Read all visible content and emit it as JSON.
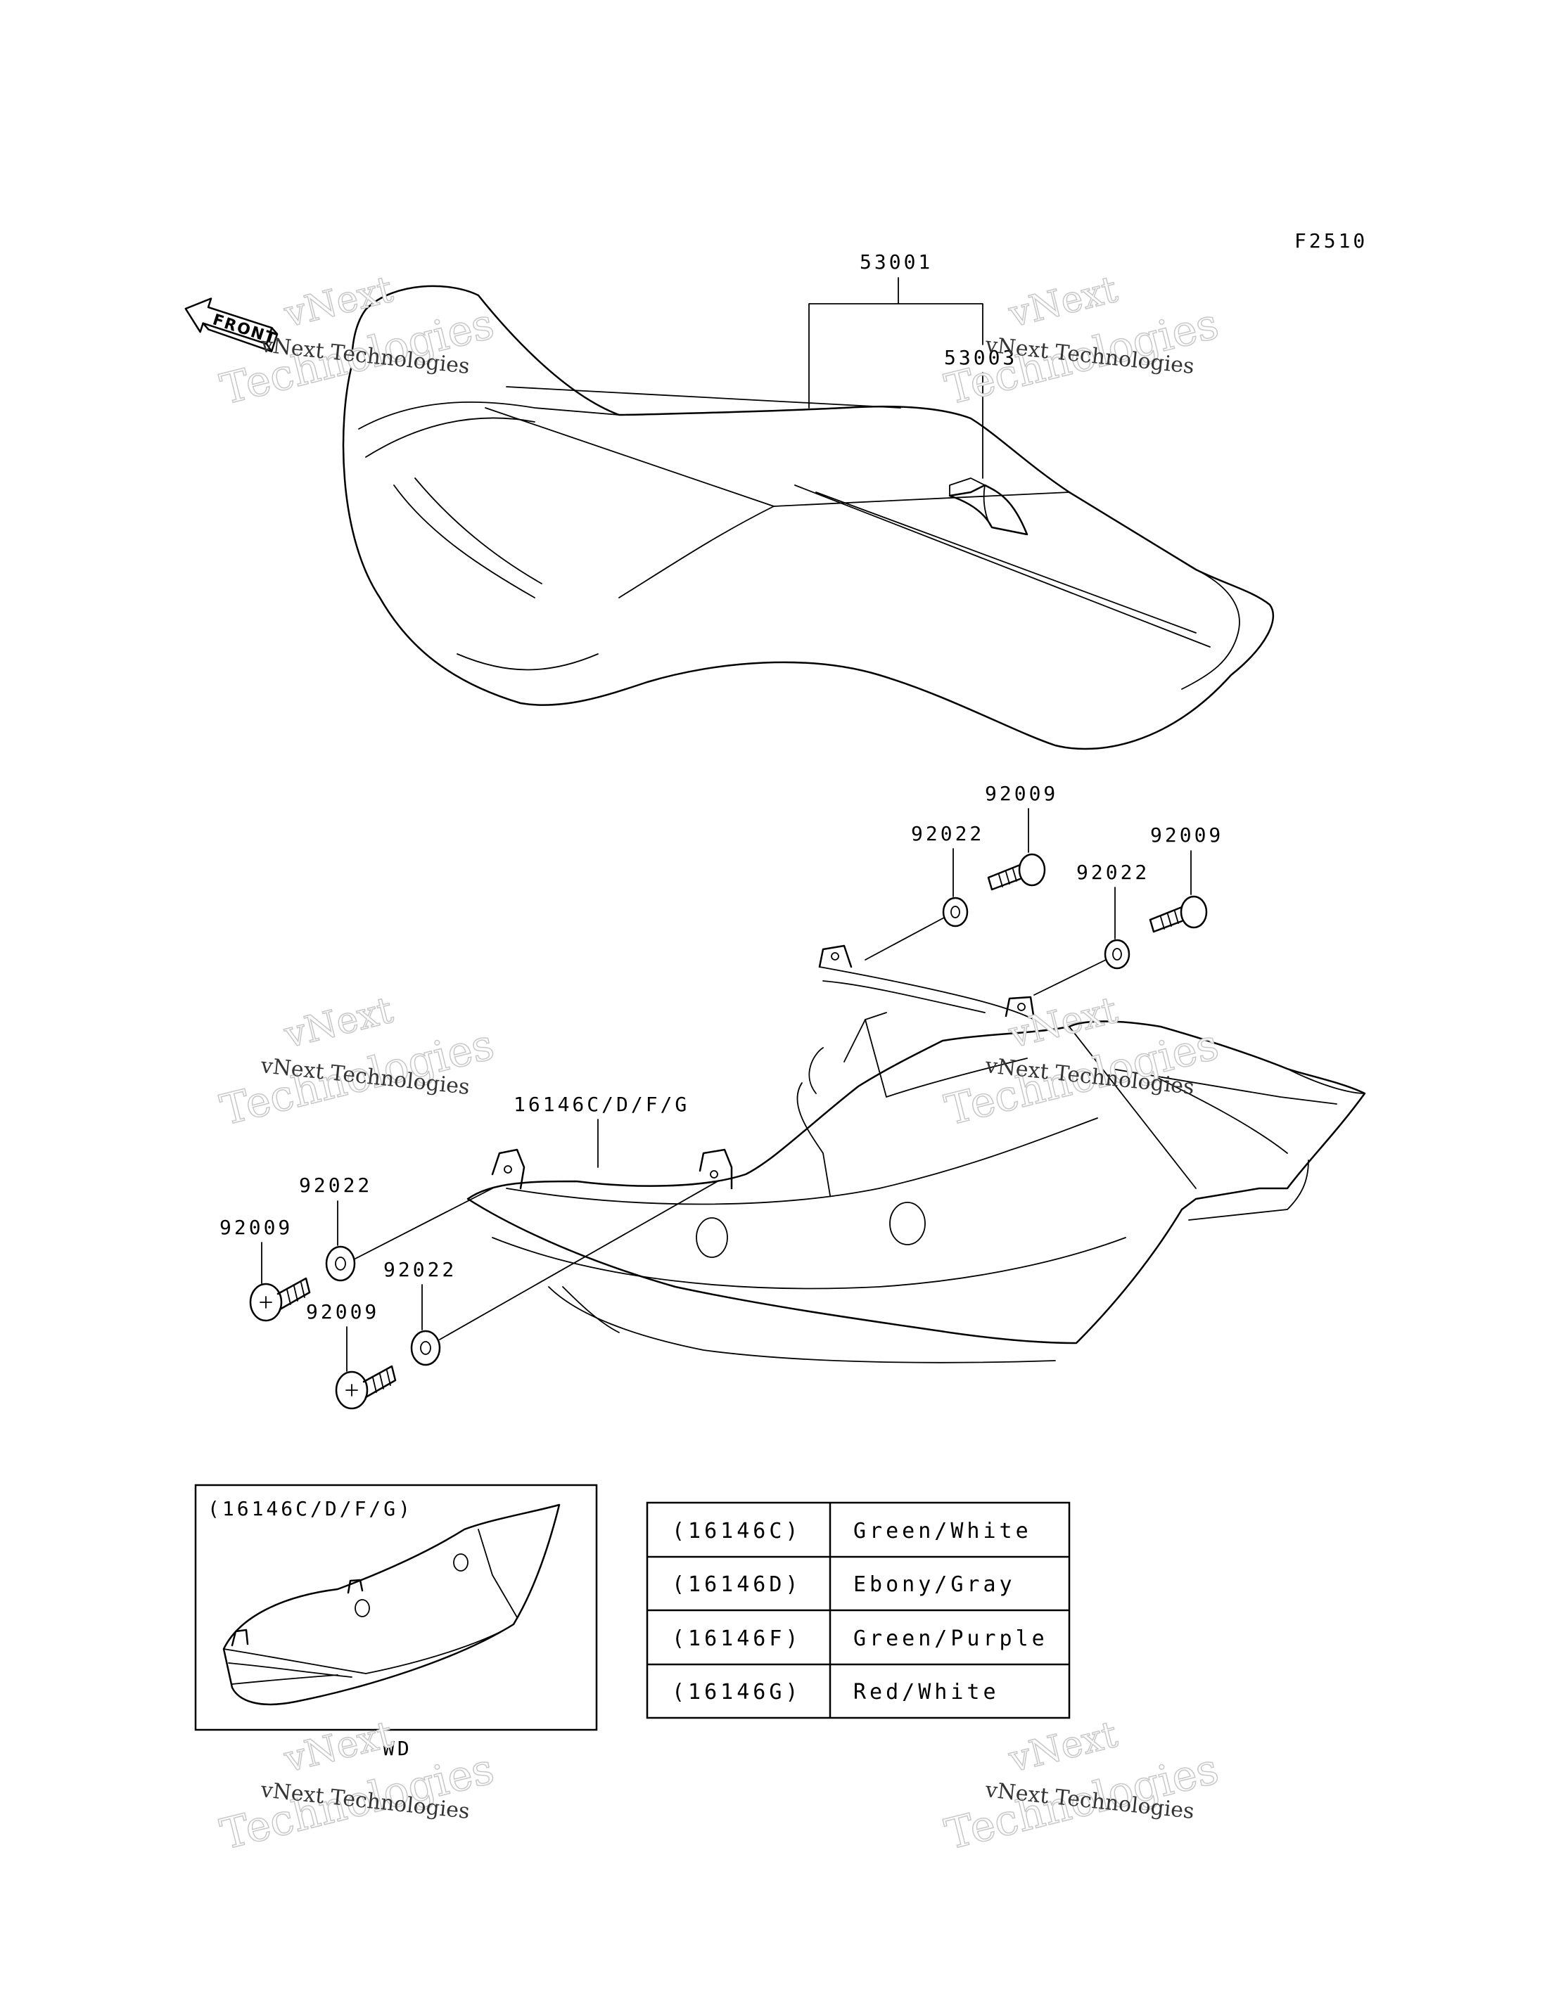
{
  "figure_code": "F2510",
  "direction_label": "FRONT",
  "callouts": {
    "seat": "53001",
    "seat_strap": "53003",
    "cover": "16146C/D/F/G",
    "bolt": "92009",
    "washer": "92022"
  },
  "inset": {
    "title": "(16146C/D/F/G)",
    "footer": "WD"
  },
  "color_table": [
    {
      "code": "(16146C)",
      "color": "Green/White"
    },
    {
      "code": "(16146D)",
      "color": "Ebony/Gray"
    },
    {
      "code": "(16146F)",
      "color": "Green/Purple"
    },
    {
      "code": "(16146G)",
      "color": "Red/White"
    }
  ],
  "watermark": {
    "brand": "vNext",
    "tagline": "vNext Technologies",
    "big": "Technologies"
  }
}
